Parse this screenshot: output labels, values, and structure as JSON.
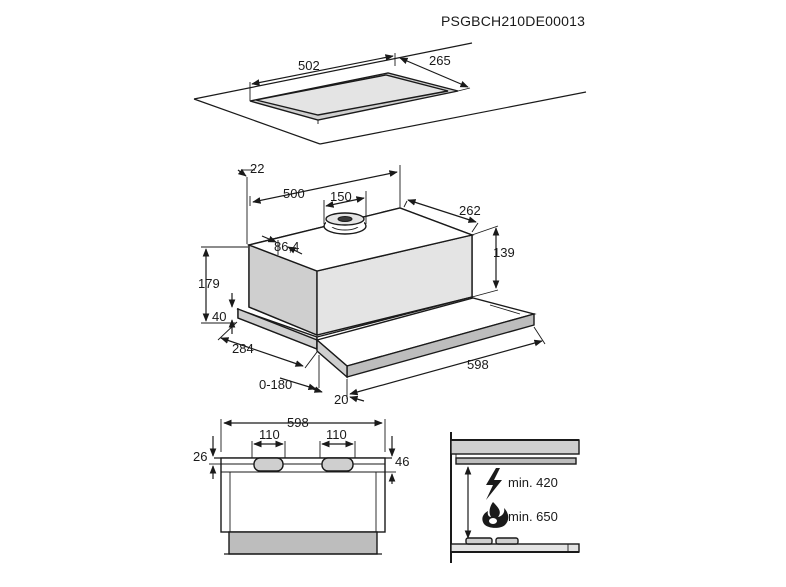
{
  "product_code": "PSGBCH210DE00013",
  "cutout": {
    "width": "502",
    "depth": "265"
  },
  "hood": {
    "top_offset": "22",
    "body_width": "500",
    "outlet_width": "150",
    "body_depth": "262",
    "outlet_offset": "86,4",
    "body_height": "139",
    "total_height": "179",
    "panel_height": "40",
    "depth": "284",
    "extension": "0-180",
    "front_width": "598",
    "front_offset": "20"
  },
  "front_view": {
    "total_width": "598",
    "outlet_left": "110",
    "outlet_right": "110",
    "left_height": "26",
    "right_height": "46"
  },
  "clearance": {
    "electric_label": "min. 420",
    "gas_label": "min. 650"
  }
}
